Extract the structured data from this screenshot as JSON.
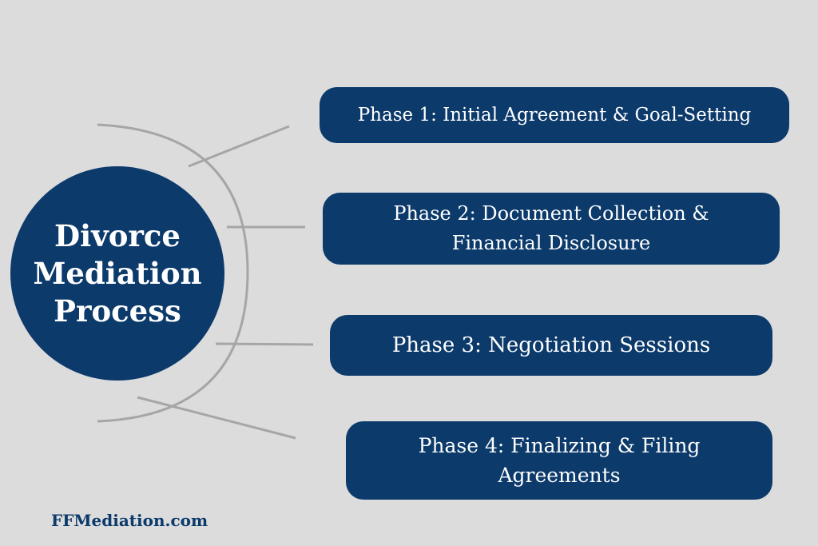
{
  "diagram": {
    "center": {
      "lines": [
        "Divorce",
        "Mediation",
        "Process"
      ]
    },
    "phases": [
      {
        "lines": [
          "Phase 1: Initial Agreement & Goal-Setting"
        ]
      },
      {
        "lines": [
          "Phase 2: Document Collection &",
          "Financial Disclosure"
        ]
      },
      {
        "lines": [
          "Phase 3: Negotiation Sessions"
        ]
      },
      {
        "lines": [
          "Phase 4: Finalizing & Filing",
          "Agreements"
        ]
      }
    ]
  },
  "footer": {
    "site": "FFMediation.com"
  },
  "colors": {
    "background": "#dcdcdc",
    "navy": "#0b3a6b",
    "connector": "#a6a6a6",
    "text_on_navy": "#ffffff"
  }
}
